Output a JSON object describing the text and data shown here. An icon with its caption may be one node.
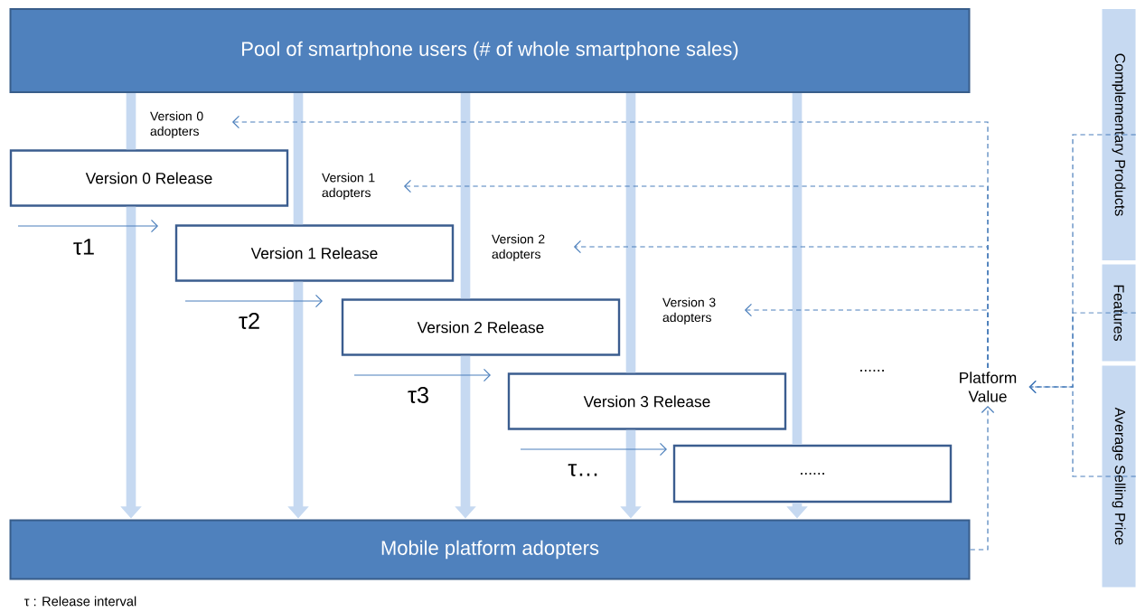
{
  "diagram": {
    "nodes": [
      {
        "text": [
          "Pool of smartphone users (# of whole smartphone sales)"
        ]
      },
      {
        "text": [
          "Mobile platform adopters"
        ]
      },
      {
        "text": [
          "Version 0 Release"
        ]
      },
      {
        "text": [
          "Version 1 Release"
        ]
      },
      {
        "text": [
          "Version 2 Release"
        ]
      },
      {
        "text": [
          "Version 3 Release"
        ]
      },
      {
        "text": [
          "......"
        ]
      },
      {
        "text": [
          "Version 0 adopters"
        ]
      },
      {
        "text": [
          "Version 1 adopters"
        ]
      },
      {
        "text": [
          "Version 2 adopters"
        ]
      },
      {
        "text": [
          "Version 3 adopters"
        ]
      },
      {
        "text": [
          "Platform Value"
        ]
      },
      {
        "text": [
          "Complementary Products"
        ]
      },
      {
        "text": [
          "Features"
        ]
      },
      {
        "text": [
          "Average Selling Price"
        ]
      }
    ],
    "edges": [
      {
        "from": 0,
        "to": 2,
        "arrow": "none"
      },
      {
        "from": 2,
        "to": 1,
        "arrow": "to"
      },
      {
        "from": 0,
        "to": 3,
        "arrow": "none"
      },
      {
        "from": 3,
        "to": 1,
        "arrow": "to"
      },
      {
        "from": 0,
        "to": 4,
        "arrow": "none"
      },
      {
        "from": 4,
        "to": 1,
        "arrow": "to"
      },
      {
        "from": 0,
        "to": 5,
        "arrow": "none"
      },
      {
        "from": 5,
        "to": 1,
        "arrow": "to"
      },
      {
        "from": 0,
        "to": 6,
        "arrow": "none"
      },
      {
        "from": 6,
        "to": 1,
        "arrow": "to"
      },
      {
        "from": 11,
        "to": 7,
        "arrow": "to",
        "style": "dashed",
        "color": "#4a7ebb"
      },
      {
        "from": 11,
        "to": 8,
        "arrow": "to",
        "style": "dashed",
        "color": "#4a7ebb"
      },
      {
        "from": 11,
        "to": 9,
        "arrow": "to",
        "style": "dashed",
        "color": "#4a7ebb"
      },
      {
        "from": 11,
        "to": 10,
        "arrow": "to",
        "style": "dashed",
        "color": "#4a7ebb"
      },
      {
        "from": 1,
        "to": 11,
        "arrow": "to",
        "style": "dashed",
        "color": "#4a7ebb"
      },
      {
        "from": 12,
        "to": 11,
        "arrow": "to",
        "style": "dashed",
        "color": "#4a7ebb"
      },
      {
        "from": 13,
        "to": 11,
        "arrow": "to",
        "style": "dashed",
        "color": "#4a7ebb"
      },
      {
        "from": 14,
        "to": 11,
        "arrow": "to",
        "style": "dashed",
        "color": "#4a7ebb"
      }
    ],
    "labels": [
      "τ1",
      "τ2",
      "τ3",
      "τ…",
      "......",
      "τ : Release interval"
    ]
  }
}
